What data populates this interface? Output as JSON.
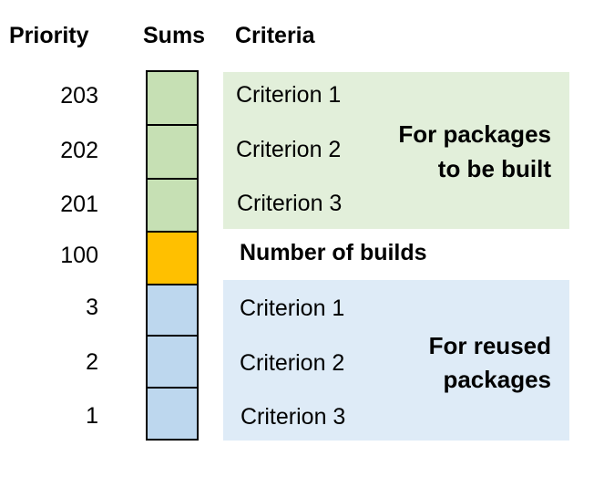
{
  "headers": {
    "priority": "Priority",
    "sums": "Sums",
    "criteria": "Criteria"
  },
  "priorities": [
    "203",
    "202",
    "201",
    "100",
    "3",
    "2",
    "1"
  ],
  "criteria": {
    "built": [
      "Criterion 1",
      "Criterion 2",
      "Criterion 3"
    ],
    "number_of_builds": "Number of builds",
    "reused": [
      "Criterion 1",
      "Criterion 2",
      "Criterion 3"
    ]
  },
  "groups": {
    "built_line1": "For packages",
    "built_line2": "to be built",
    "reused_line1": "For reused",
    "reused_line2": "packages"
  },
  "colors": {
    "built": "#c6e0b4",
    "builds_count": "#ffc000",
    "reused": "#bdd7ee",
    "built_background": "#e2efda",
    "reused_background": "#deebf7"
  }
}
